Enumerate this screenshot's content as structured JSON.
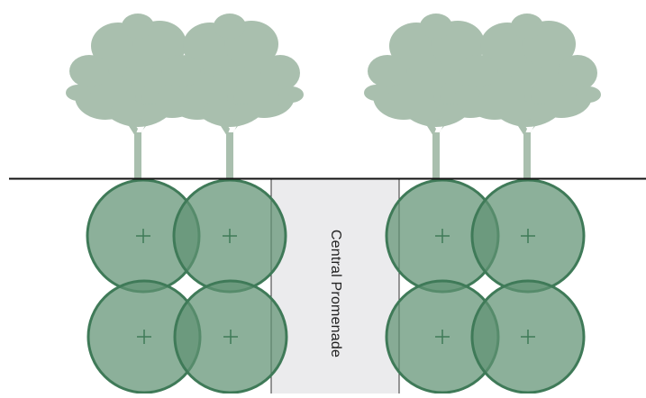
{
  "promenade": {
    "label": "Central Promenade"
  },
  "colors": {
    "tree_canopy": "#a9bfae",
    "circle_fill": "#5f9273",
    "circle_stroke": "#3f7a58",
    "promenade_fill": "#ebebed",
    "ground_line": "#111111",
    "guide_line": "#333333"
  },
  "trees": {
    "count": 4,
    "icon": "tree-silhouette-icon"
  },
  "planting_circles": {
    "count": 8,
    "marker_icon": "plus-icon"
  }
}
